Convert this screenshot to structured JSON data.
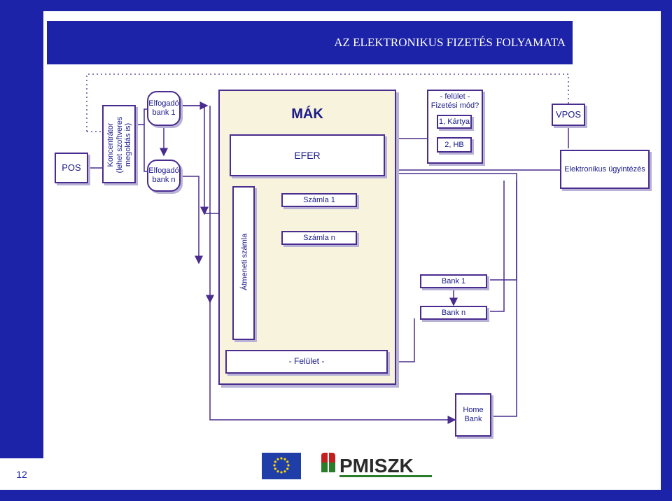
{
  "title": "AZ ELEKTRONIKUS FIZETÉS FOLYAMATA",
  "page_number": "12",
  "nodes": {
    "pos": "POS",
    "koncentrator": "Koncentrátor\n(lehet szoftveres\nmegoldás is)",
    "elfogado_bank_1": "Elfogadó\nbank 1",
    "elfogado_bank_n": "Elfogadó\nbank n",
    "mak": "MÁK",
    "efer": "EFER",
    "felulet_fizetesi_mod": "- felület -\nFizetési mód?",
    "kartya": "1, Kártya",
    "hb": "2, HB",
    "vpos": "VPOS",
    "elektronikus_ugyintezes": "Elektronikus ügyintézés",
    "szamla_1": "Számla 1",
    "szamla_n": "Számla n",
    "atmeneti_szamla": "Átmeneti számla",
    "bank_1": "Bank 1",
    "bank_n": "Bank n",
    "felulet": "- Felület -",
    "home_bank": "Home\nBank"
  },
  "logos": {
    "eu": "eu-flag-logo",
    "pmiszk": "PMISZK"
  },
  "colors": {
    "frame": "#1c23a8",
    "border": "#4a2c8e",
    "big_box_fill": "#f7f3dc",
    "text": "#1a1a8a"
  }
}
